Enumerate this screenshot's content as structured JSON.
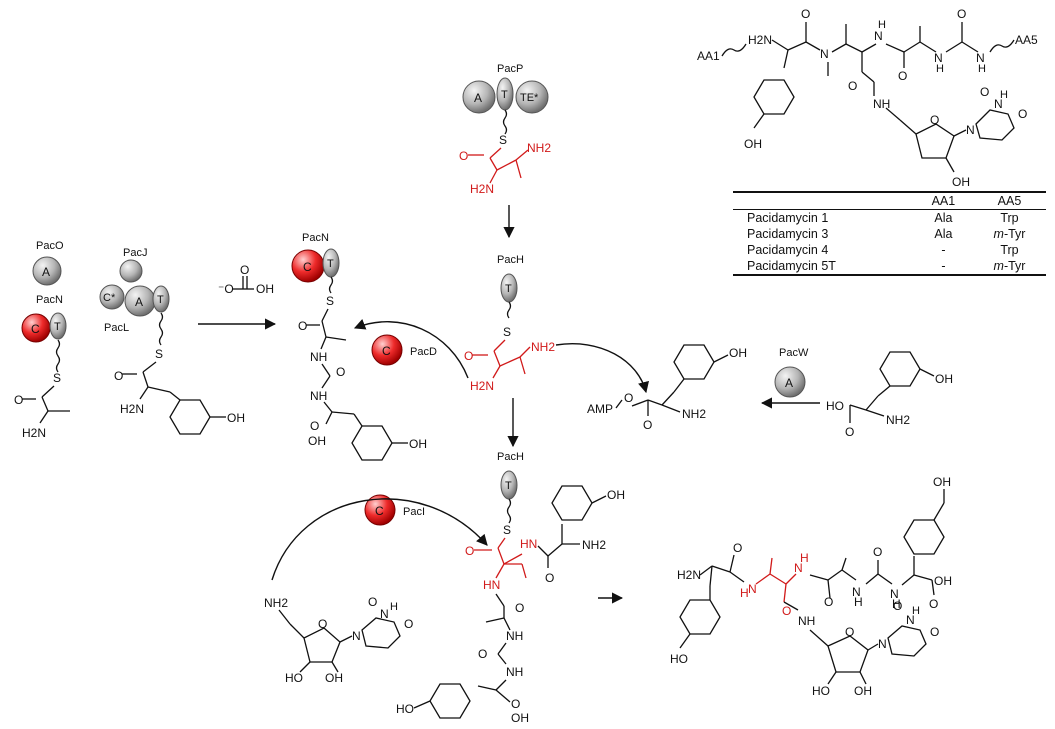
{
  "domains": {
    "A": "A",
    "T": "T",
    "C": "C",
    "C_star": "C*",
    "TE_star": "TE*"
  },
  "proteins": {
    "pacO": "PacO",
    "pacN": "PacN",
    "pacJ": "PacJ",
    "pacL": "PacL",
    "pacP": "PacP",
    "pacH": "PacH",
    "pacD": "PacD",
    "pacW": "PacW",
    "pacI": "PacI"
  },
  "atoms": {
    "S": "S",
    "O": "O",
    "OH": "OH",
    "NH": "NH",
    "HN": "HN",
    "NH2": "NH2",
    "H2N": "H2N",
    "HO": "HO",
    "N": "N",
    "H": "H",
    "AMP": "AMP",
    "bicarb_minus_O": "⁻O",
    "AA1": "AA1",
    "AA5": "AA5"
  },
  "table": {
    "headers": [
      "",
      "AA1",
      "AA5"
    ],
    "rows": [
      {
        "name": "Pacidamycin 1",
        "aa1": "Ala",
        "aa5_prefix": "",
        "aa5": "Trp"
      },
      {
        "name": "Pacidamycin 3",
        "aa1": "Ala",
        "aa5_prefix": "m",
        "aa5": "-Tyr"
      },
      {
        "name": "Pacidamycin 4",
        "aa1": "-",
        "aa5_prefix": "",
        "aa5": "Trp"
      },
      {
        "name": "Pacidamycin 5T",
        "aa1": "-",
        "aa5_prefix": "m",
        "aa5": "-Tyr"
      }
    ]
  },
  "colors": {
    "domain_red": "#e02424",
    "domain_grey": "#9e9e9e",
    "highlight_red": "#d11a1a"
  }
}
